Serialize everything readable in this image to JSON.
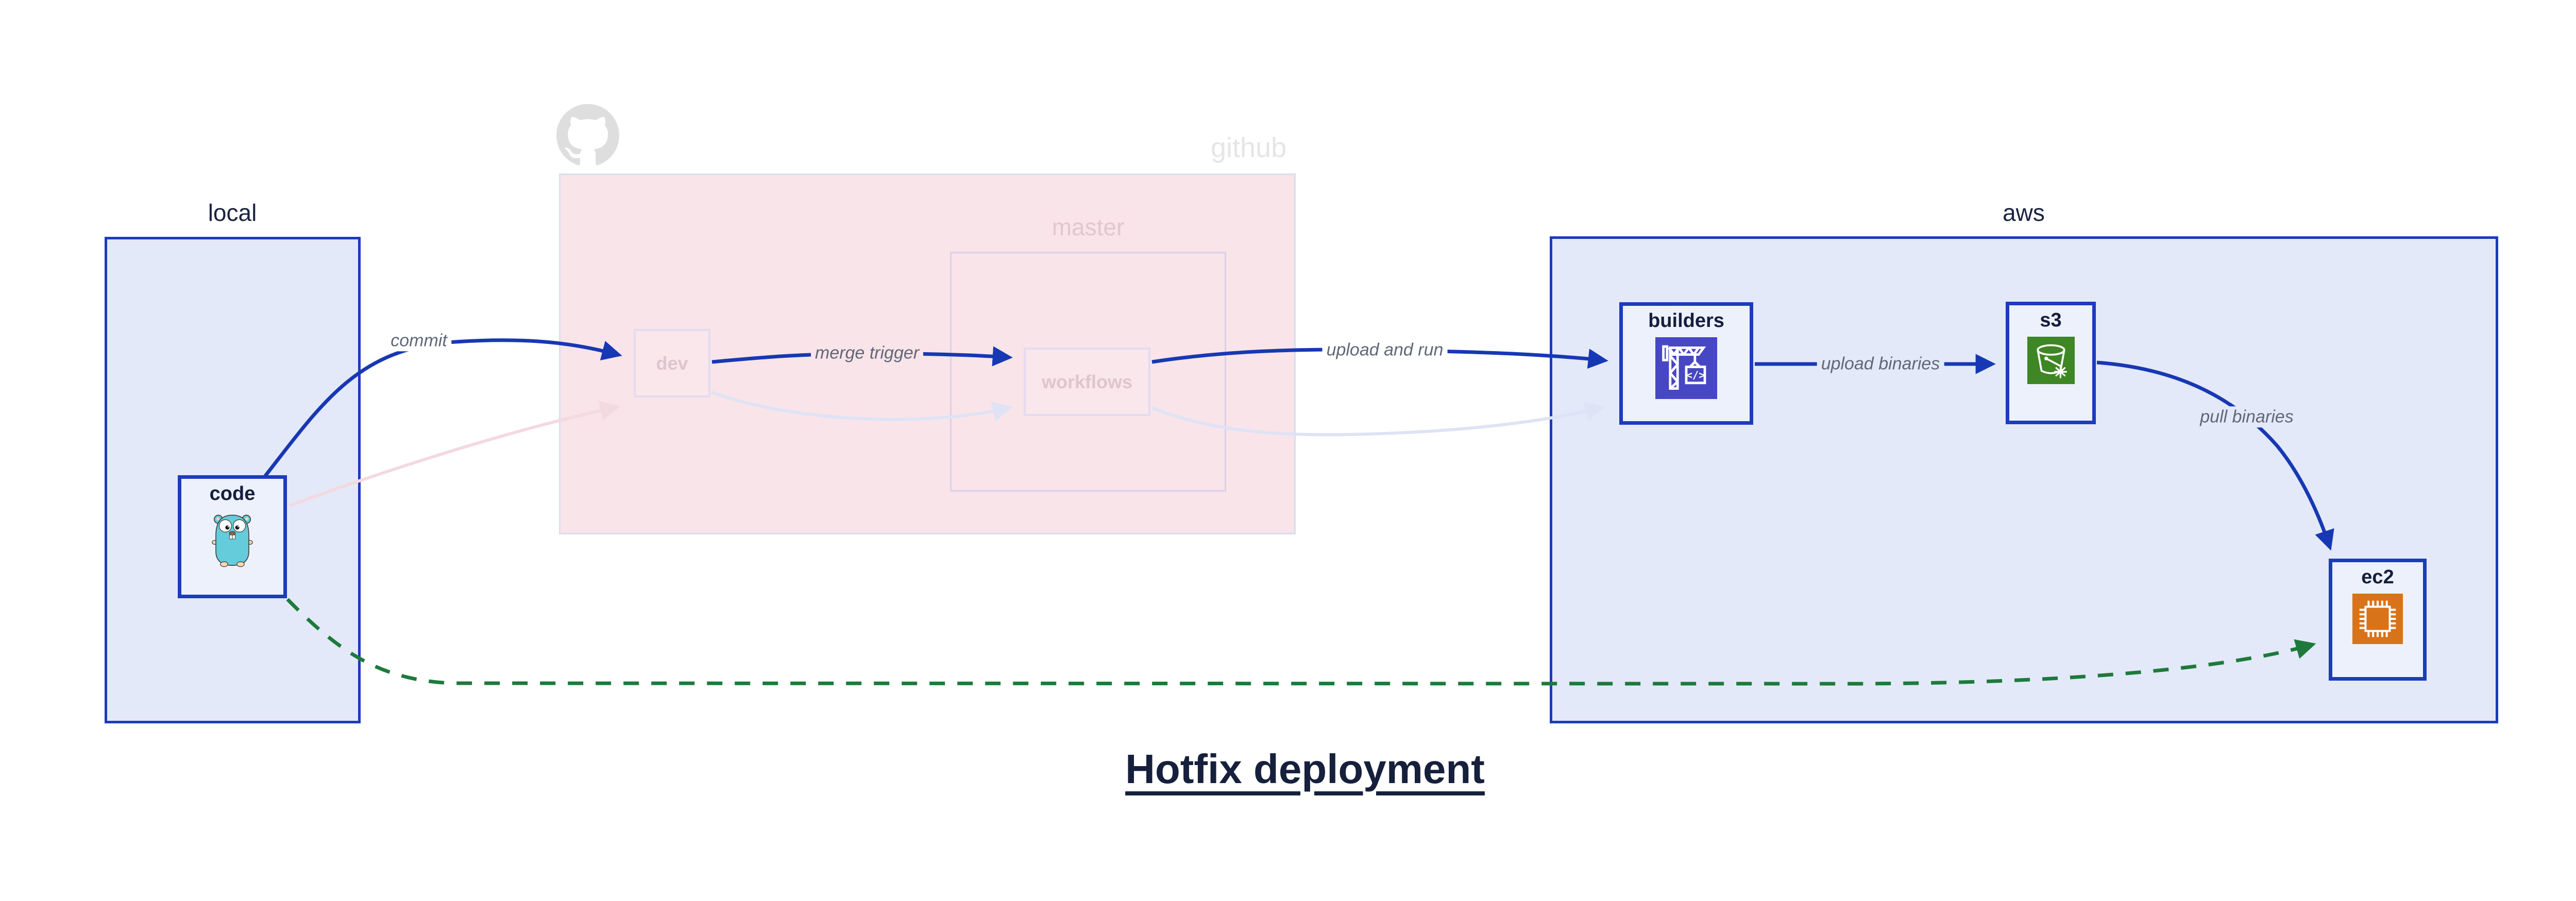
{
  "title": "Hotfix deployment",
  "regions": {
    "local": {
      "label": "local"
    },
    "github": {
      "label": "github",
      "master_label": "master"
    },
    "aws": {
      "label": "aws"
    }
  },
  "nodes": {
    "code": {
      "label": "code",
      "icon": "go-gopher-icon"
    },
    "dev": {
      "label": "dev"
    },
    "workflows": {
      "label": "workflows"
    },
    "builders": {
      "label": "builders",
      "icon": "codebuild-crane-icon"
    },
    "s3": {
      "label": "s3",
      "icon": "s3-bucket-icon"
    },
    "ec2": {
      "label": "ec2",
      "icon": "ec2-chip-icon"
    }
  },
  "edges": {
    "commit": {
      "label": "commit",
      "style": "solid-blue"
    },
    "merge_trigger": {
      "label": "merge trigger",
      "style": "solid-blue"
    },
    "upload_and_run": {
      "label": "upload and run",
      "style": "solid-blue"
    },
    "upload_binaries": {
      "label": "upload binaries",
      "style": "solid-blue"
    },
    "pull_binaries": {
      "label": "pull binaries",
      "style": "solid-blue"
    },
    "hotfix_path": {
      "label": "",
      "style": "dashed-green"
    },
    "normal_path_code_to_dev": {
      "label": "",
      "style": "faded-pink"
    },
    "normal_path_dev_to_workflows": {
      "label": "",
      "style": "faded-lavender"
    },
    "normal_path_workflows_to_builders": {
      "label": "",
      "style": "faded-lavender"
    }
  },
  "colors": {
    "arrow_blue": "#1738b4",
    "arrow_green": "#1d7a3c",
    "arrow_faded_pink": "#f3d9e0",
    "arrow_faded_lavender": "#dee3f5",
    "region_fill": "#e3e9f8",
    "region_border": "#1c3cba",
    "github_fill": "#f9e4e9",
    "codebuild_indigo": "#4746c4",
    "s3_green": "#3f8624",
    "ec2_orange": "#d9731a",
    "gopher_teal": "#64ccda",
    "octocat_gray": "#dedede"
  }
}
